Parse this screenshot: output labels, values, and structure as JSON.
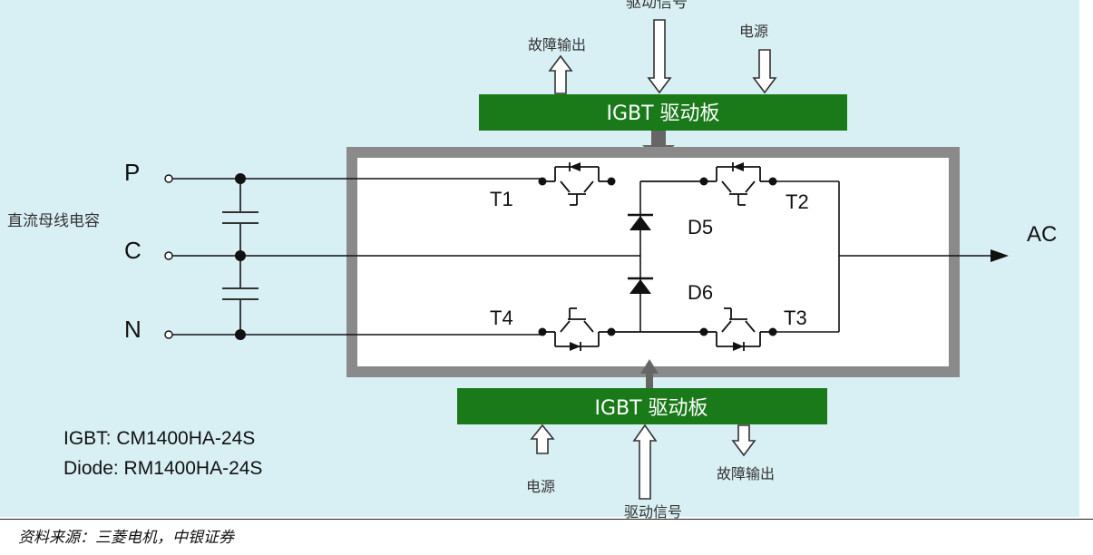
{
  "diagram": {
    "top_driver": {
      "board_label": "IGBT 驱动板",
      "signal_in": "驱动信号",
      "fault_out": "故障输出",
      "power_in": "电源"
    },
    "bottom_driver": {
      "board_label": "IGBT 驱动板",
      "signal_in": "驱动信号",
      "fault_out": "故障输出",
      "power_in": "电源"
    },
    "terminals": {
      "p": "P",
      "c": "C",
      "n": "N",
      "ac": "AC"
    },
    "capacitor_label": "直流母线电容",
    "devices": {
      "t1": "T1",
      "t2": "T2",
      "t3": "T3",
      "t4": "T4",
      "d5": "D5",
      "d6": "D6"
    },
    "parts": {
      "igbt": "IGBT: CM1400HA-24S",
      "diode": "Diode: RM1400HA-24S"
    },
    "colors": {
      "background": "#d8f0f4",
      "board": "#1a7a1a",
      "frame": "#8a8a8a"
    }
  },
  "caption": "资料来源：三菱电机，中银证券"
}
